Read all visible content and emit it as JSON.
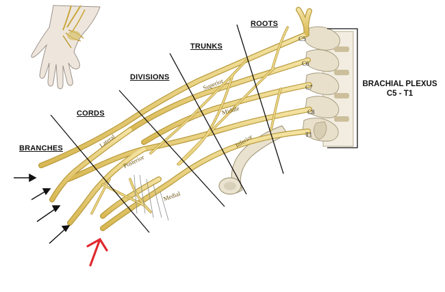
{
  "title": {
    "line1": "BRACHIAL PLEXUS",
    "line2": "C5 - T1"
  },
  "sections": {
    "roots": "ROOTS",
    "trunks": "TRUNKS",
    "divisions": "DIVISIONS",
    "cords": "CORDS",
    "branches": "BRANCHES"
  },
  "trunk_labels": {
    "superior": "Superior",
    "middle": "Middle",
    "inferior": "Inferior"
  },
  "cord_labels": {
    "lateral": "Lateral",
    "posterior": "Posterior",
    "medial": "Medial"
  },
  "vertebra_labels": [
    "C5",
    "C6",
    "C7",
    "C8",
    "T1"
  ],
  "colors": {
    "nerve": "#e8cf7a",
    "nerve_edge": "#b89a3c",
    "bone": "#e9e2cf",
    "bone_edge": "#a89c80",
    "pointer_black": "#111111",
    "pointer_red": "#e0282e",
    "skin": "#eee6dc",
    "skin_edge": "#9a9088"
  },
  "icons": [
    "hand-illustration-icon",
    "spine-vertebrae-icon",
    "clavicle-bone-icon",
    "arrow-icon"
  ]
}
